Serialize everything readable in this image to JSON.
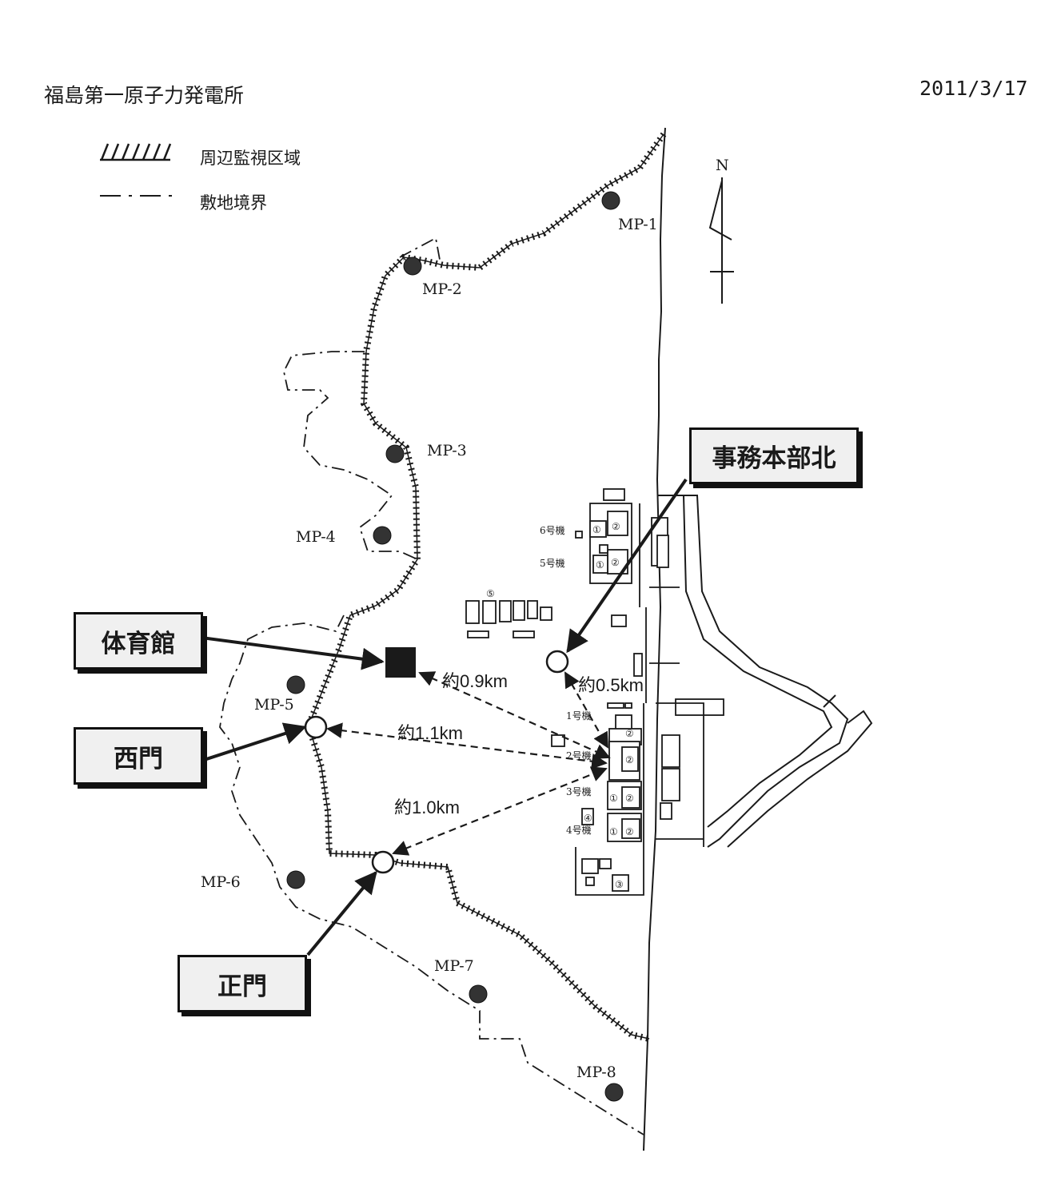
{
  "header": {
    "title": "福島第一原子力発電所",
    "date": "2011/3/17"
  },
  "legend": {
    "monitoring_area": "周辺監視区域",
    "site_boundary": "敷地境界"
  },
  "compass": {
    "north": "N"
  },
  "monitoring_posts": [
    "MP-1",
    "MP-2",
    "MP-3",
    "MP-4",
    "MP-5",
    "MP-6",
    "MP-7",
    "MP-8"
  ],
  "callouts": {
    "office_north": "事務本部北",
    "gym": "体育館",
    "west_gate": "西門",
    "main_gate": "正門"
  },
  "distances": {
    "d1": "約0.9km",
    "d2": "約0.5km",
    "d3": "約1.1km",
    "d4": "約1.0km"
  },
  "units": {
    "u6": "6号機",
    "u5": "5号機",
    "u1": "1号機",
    "u2": "2号機",
    "u3": "3号機",
    "u4": "4号機"
  },
  "building_marks": {
    "m1": "①",
    "m2": "②",
    "m3": "③",
    "m4": "④",
    "m5": "⑤"
  },
  "colors": {
    "ink": "#1a1a1a",
    "marker_fill": "#333333",
    "callout_bg": "#f0f0f0"
  }
}
